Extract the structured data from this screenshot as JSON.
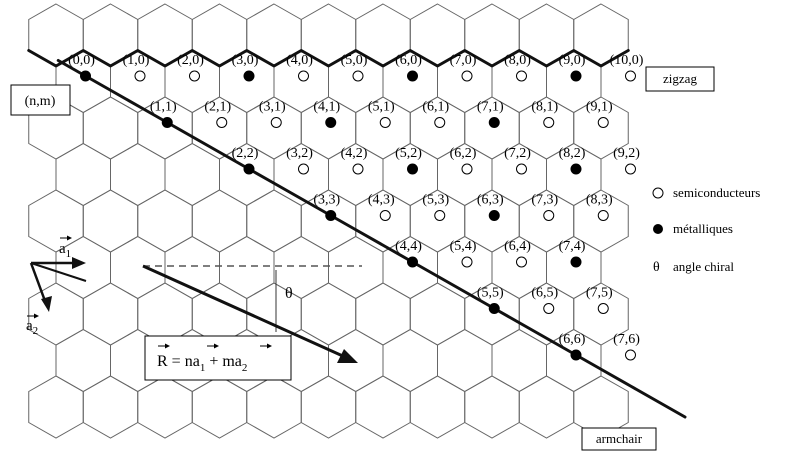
{
  "labels": {
    "nm_box": "(n,m)",
    "zigzag": "zigzag",
    "armchair": "armchair",
    "theta": "θ",
    "a1_main": "a",
    "a1_sub": "1",
    "a2_main": "a",
    "a2_sub": "2",
    "formula": {
      "r": "R",
      "eq": " = n",
      "a": "a",
      "s1": "1",
      "plus": " + m",
      "s2": "2"
    }
  },
  "legend": [
    {
      "marker": "open-circle",
      "text": "semiconducteurs"
    },
    {
      "marker": "filled-circle",
      "text": "métalliques"
    },
    {
      "marker": "theta-symbol",
      "symbol": "θ",
      "text": "angle chiral"
    }
  ],
  "indices": [
    {
      "n": 0,
      "m": 0,
      "label": "(0,0)"
    },
    {
      "n": 1,
      "m": 0,
      "label": "(1,0)"
    },
    {
      "n": 2,
      "m": 0,
      "label": "(2,0)"
    },
    {
      "n": 3,
      "m": 0,
      "label": "(3,0)"
    },
    {
      "n": 4,
      "m": 0,
      "label": "(4,0)"
    },
    {
      "n": 5,
      "m": 0,
      "label": "(5,0)"
    },
    {
      "n": 6,
      "m": 0,
      "label": "(6,0)"
    },
    {
      "n": 7,
      "m": 0,
      "label": "(7,0)"
    },
    {
      "n": 8,
      "m": 0,
      "label": "(8,0)"
    },
    {
      "n": 9,
      "m": 0,
      "label": "(9,0)"
    },
    {
      "n": 10,
      "m": 0,
      "label": "(10,0)"
    },
    {
      "n": 1,
      "m": 1,
      "label": "(1,1)"
    },
    {
      "n": 2,
      "m": 1,
      "label": "(2,1)"
    },
    {
      "n": 3,
      "m": 1,
      "label": "(3,1)"
    },
    {
      "n": 4,
      "m": 1,
      "label": "(4,1)"
    },
    {
      "n": 5,
      "m": 1,
      "label": "(5,1)"
    },
    {
      "n": 6,
      "m": 1,
      "label": "(6,1)"
    },
    {
      "n": 7,
      "m": 1,
      "label": "(7,1)"
    },
    {
      "n": 8,
      "m": 1,
      "label": "(8,1)"
    },
    {
      "n": 9,
      "m": 1,
      "label": "(9,1)"
    },
    {
      "n": 2,
      "m": 2,
      "label": "(2,2)"
    },
    {
      "n": 3,
      "m": 2,
      "label": "(3,2)"
    },
    {
      "n": 4,
      "m": 2,
      "label": "(4,2)"
    },
    {
      "n": 5,
      "m": 2,
      "label": "(5,2)"
    },
    {
      "n": 6,
      "m": 2,
      "label": "(6,2)"
    },
    {
      "n": 7,
      "m": 2,
      "label": "(7,2)"
    },
    {
      "n": 8,
      "m": 2,
      "label": "(8,2)"
    },
    {
      "n": 9,
      "m": 2,
      "label": "(9,2)"
    },
    {
      "n": 3,
      "m": 3,
      "label": "(3,3)"
    },
    {
      "n": 4,
      "m": 3,
      "label": "(4,3)"
    },
    {
      "n": 5,
      "m": 3,
      "label": "(5,3)"
    },
    {
      "n": 6,
      "m": 3,
      "label": "(6,3)"
    },
    {
      "n": 7,
      "m": 3,
      "label": "(7,3)"
    },
    {
      "n": 8,
      "m": 3,
      "label": "(8,3)"
    },
    {
      "n": 4,
      "m": 4,
      "label": "(4,4)"
    },
    {
      "n": 5,
      "m": 4,
      "label": "(5,4)"
    },
    {
      "n": 6,
      "m": 4,
      "label": "(6,4)"
    },
    {
      "n": 7,
      "m": 4,
      "label": "(7,4)"
    },
    {
      "n": 5,
      "m": 5,
      "label": "(5,5)"
    },
    {
      "n": 6,
      "m": 5,
      "label": "(6,5)"
    },
    {
      "n": 7,
      "m": 5,
      "label": "(7,5)"
    },
    {
      "n": 6,
      "m": 6,
      "label": "(6,6)"
    },
    {
      "n": 7,
      "m": 6,
      "label": "(7,6)"
    }
  ]
}
